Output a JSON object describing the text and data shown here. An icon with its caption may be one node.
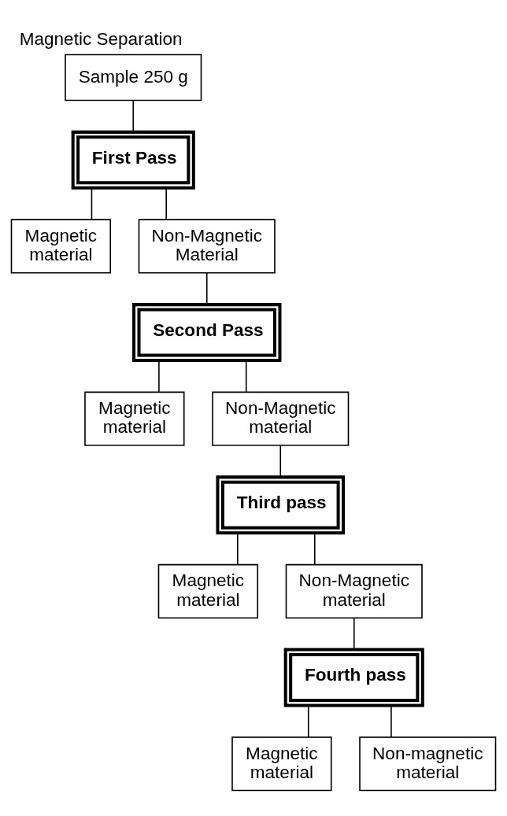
{
  "diagram": {
    "title": "Magnetic Separation",
    "nodes": [
      {
        "text": [
          "Sample 250 g"
        ]
      },
      {
        "text": [
          "First Pass"
        ]
      },
      {
        "text": [
          "Magnetic material"
        ]
      },
      {
        "text": [
          "Non-Magnetic Material"
        ]
      },
      {
        "text": [
          "Second Pass"
        ]
      },
      {
        "text": [
          "Magnetic material"
        ]
      },
      {
        "text": [
          "Non-Magnetic material"
        ]
      },
      {
        "text": [
          "Third pass"
        ]
      },
      {
        "text": [
          "Magnetic material"
        ]
      },
      {
        "text": [
          "Non-Magnetic material"
        ]
      },
      {
        "text": [
          "Fourth pass"
        ]
      },
      {
        "text": [
          "Magnetic material"
        ]
      },
      {
        "text": [
          "Non-magnetic material"
        ]
      }
    ],
    "edges": [
      {
        "from": 0,
        "to": 1,
        "arrow": "none"
      },
      {
        "from": 1,
        "to": 2,
        "arrow": "none"
      },
      {
        "from": 1,
        "to": 3,
        "arrow": "none"
      },
      {
        "from": 3,
        "to": 4,
        "arrow": "none"
      },
      {
        "from": 4,
        "to": 5,
        "arrow": "none"
      },
      {
        "from": 4,
        "to": 6,
        "arrow": "none"
      },
      {
        "from": 6,
        "to": 7,
        "arrow": "none"
      },
      {
        "from": 7,
        "to": 8,
        "arrow": "none"
      },
      {
        "from": 7,
        "to": 9,
        "arrow": "none"
      },
      {
        "from": 9,
        "to": 10,
        "arrow": "none"
      },
      {
        "from": 10,
        "to": 11,
        "arrow": "none"
      },
      {
        "from": 10,
        "to": 12,
        "arrow": "none"
      }
    ]
  }
}
